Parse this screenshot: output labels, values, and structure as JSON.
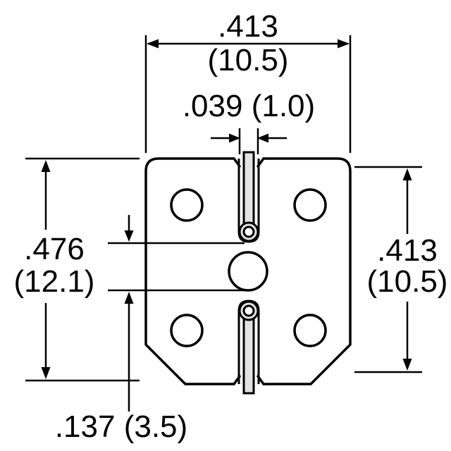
{
  "dimensions": {
    "top_width": {
      "inches": ".413",
      "millimeters": "(10.5)"
    },
    "slot_width": {
      "label": ".039 (1.0)"
    },
    "left_height": {
      "inches": ".476",
      "millimeters": "(12.1)"
    },
    "right_height": {
      "inches": ".413",
      "millimeters": "(10.5)"
    },
    "lead_offset": {
      "label": ".137 (3.5)"
    }
  },
  "colors": {
    "line": "#000000",
    "background": "#ffffff",
    "lead_fill": "#e2e2e2"
  }
}
